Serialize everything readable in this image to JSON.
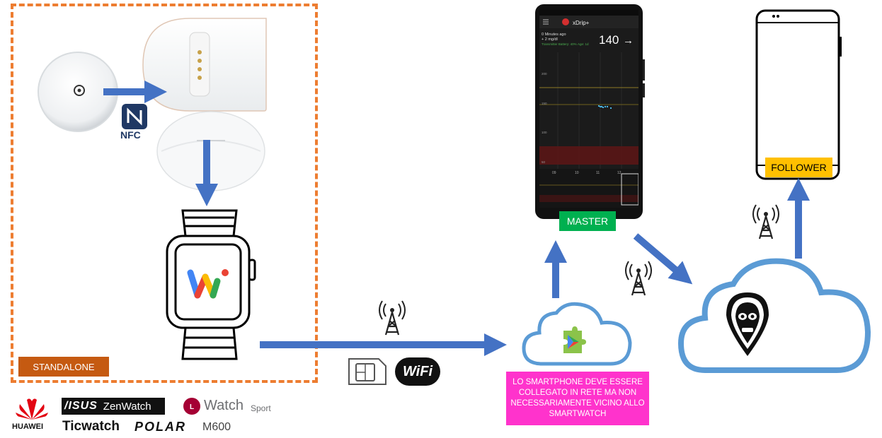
{
  "labels": {
    "standalone": "STANDALONE",
    "master": "MASTER",
    "follower": "FOLLOWER",
    "network_note": "LO SMARTPHONE DEVE ESSERE COLLEGATO IN RETE MA NON NECESSARIAMENTE VICINO ALLO SMARTWATCH",
    "nfc": "NFC",
    "wifi": "WiFi"
  },
  "brands": {
    "huawei": "HUAWEI",
    "asus": "/ISUS",
    "zenwatch": "ZenWatch",
    "lg_watch": "Watch",
    "lg_sport": "Sport",
    "ticwatch": "Ticwatch",
    "polar": "POLAR",
    "m600": "M600"
  },
  "phone_screen": {
    "app_name": "xDrip+",
    "minutes_ago": "0 Minutes ago",
    "delta": "+ 2 mg/dl",
    "battery": "Transmitter Battery: 40%",
    "age": "Age: 1d",
    "glucose_value": "140",
    "trend_arrow": "→",
    "y_ticks": [
      "200",
      "150",
      "100",
      "50"
    ],
    "x_ticks": [
      "09",
      "10",
      "11",
      "12"
    ]
  },
  "colors": {
    "standalone_bg": "#c55a11",
    "master_bg": "#00b050",
    "follower_bg": "#ffc000",
    "note_bg": "#ff33cc",
    "arrow": "#4472c4",
    "dashed_border": "#ed7d31",
    "cloud_stroke": "#5b9bd5"
  }
}
